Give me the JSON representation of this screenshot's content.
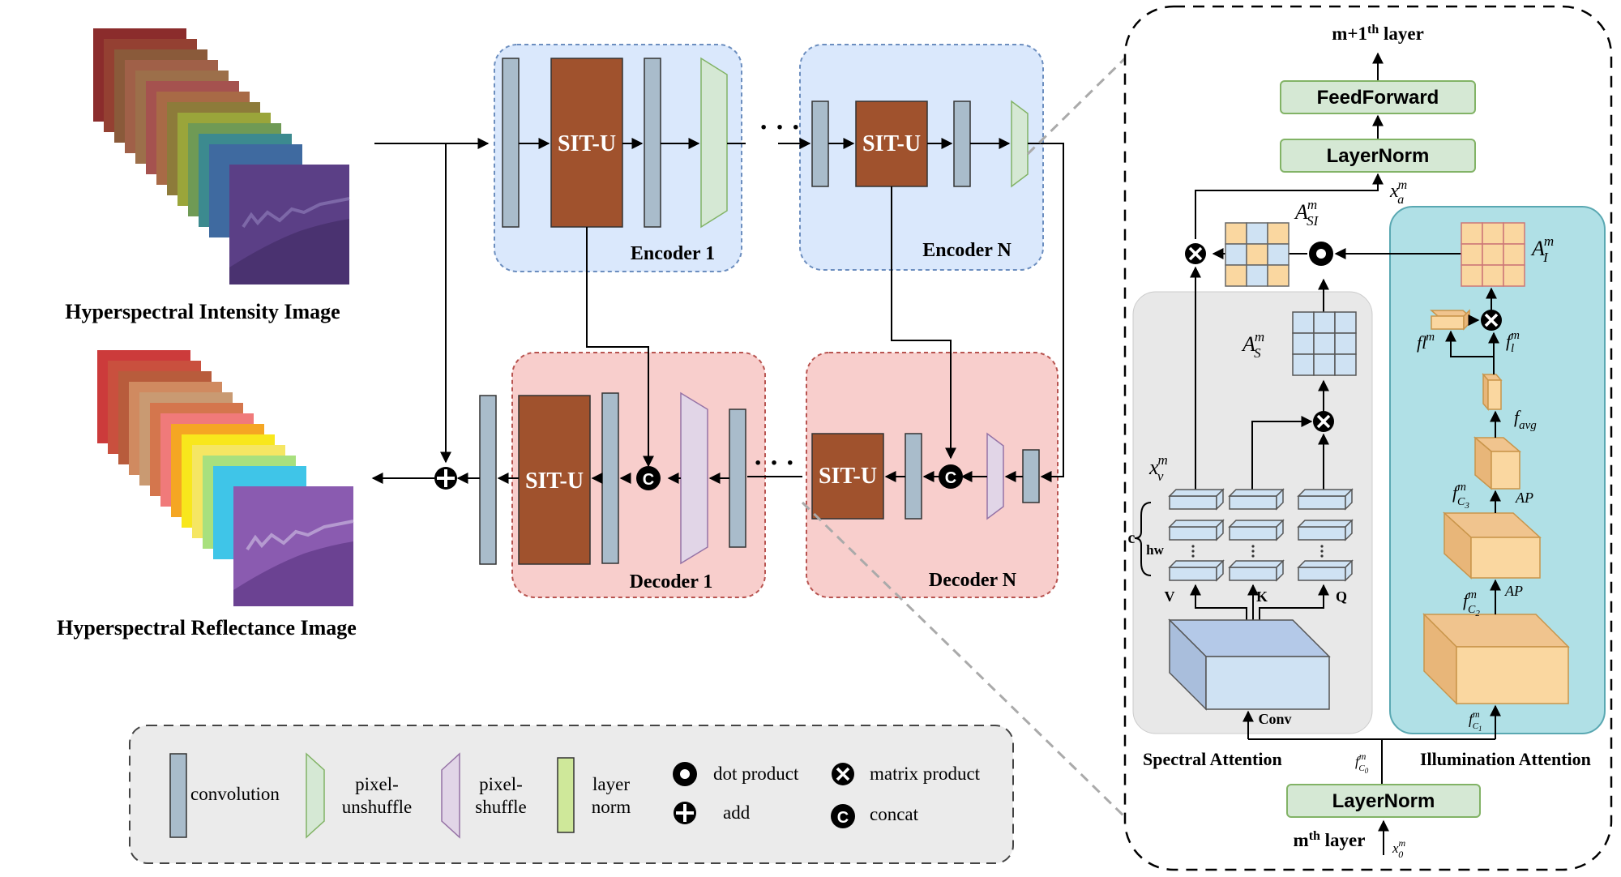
{
  "inputs": {
    "intensity_label": "Hyperspectral Intensity Image",
    "reflectance_label": "Hyperspectral Reflectance Image"
  },
  "blocks": {
    "encoder1": "Encoder 1",
    "encoderN": "Encoder N",
    "decoder1": "Decoder 1",
    "decoderN": "Decoder N",
    "situ": "SIT-U",
    "ellipsis": "· · ·"
  },
  "detail": {
    "top_layer": "m+1",
    "top_layer_sup": "th",
    "top_layer_suffix": " layer",
    "feedforward": "FeedForward",
    "layernorm_top": "LayerNorm",
    "layernorm_bottom": "LayerNorm",
    "bottom_layer": "m",
    "bottom_layer_sup": "th",
    "bottom_layer_suffix": " layer",
    "xa": "x",
    "xa_sub": "a",
    "xa_sup": "m",
    "asi": "A",
    "asi_sub": "SI",
    "asi_sup": "m",
    "ai": "A",
    "ai_sub": "I",
    "ai_sup": "m",
    "as": "A",
    "as_sub": "S",
    "as_sup": "m",
    "xv": "x",
    "xv_sub": "v",
    "xv_sup": "m",
    "fl_left": "fl",
    "fl_left_sup": "m",
    "fl_right": "f",
    "fl_right_sub": "l",
    "fl_right_sup": "m",
    "favg": "f",
    "favg_sub": "avg",
    "fc3": "f",
    "fc3_sub": "C",
    "fc3_subsub": "3",
    "fc3_sup": "m",
    "fc2": "f",
    "fc2_sub": "C",
    "fc2_subsub": "2",
    "fc2_sup": "m",
    "fc1": "f",
    "fc1_sub": "C",
    "fc1_subsub": "1",
    "fc1_sup": "m",
    "fc0": "f",
    "fc0_sub": "C",
    "fc0_subsub": "0",
    "fc0_sup": "m",
    "x0": "x",
    "x0_sub": "0",
    "x0_sup": "m",
    "ap1": "AP",
    "ap2": "AP",
    "c_label": "c",
    "hw_label": "hw",
    "v_label": "V",
    "k_label": "K",
    "q_label": "Q",
    "conv_label": "Conv",
    "spectral_attention": "Spectral Attention",
    "illumination_attention": "Illumination Attention"
  },
  "legend": {
    "convolution": "convolution",
    "pixel_unshuffle_1": "pixel-",
    "pixel_unshuffle_2": "unshuffle",
    "pixel_shuffle_1": "pixel-",
    "pixel_shuffle_2": "shuffle",
    "layer_norm_1": "layer",
    "layer_norm_2": "norm",
    "dot_product": "dot product",
    "add": "add",
    "matrix_product": "matrix product",
    "concat": "concat",
    "concat_symbol": "C"
  },
  "colors": {
    "encoder_bg": "#dae8fc",
    "encoder_border": "#6c8ebf",
    "decoder_bg": "#f8cecc",
    "decoder_border": "#b85450",
    "situ_fill": "#a0522d",
    "conv_fill": "#a9bccb",
    "unshuffle_fill": "#d5e8d4",
    "shuffle_fill": "#e1d5e7",
    "layernorm_fill": "#d5e8d4",
    "spectral_bg": "#e8e8e8",
    "illumination_bg": "#b0e0e6",
    "cube_orange": "#fad7a0",
    "cube_blue": "#cfe2f3"
  }
}
